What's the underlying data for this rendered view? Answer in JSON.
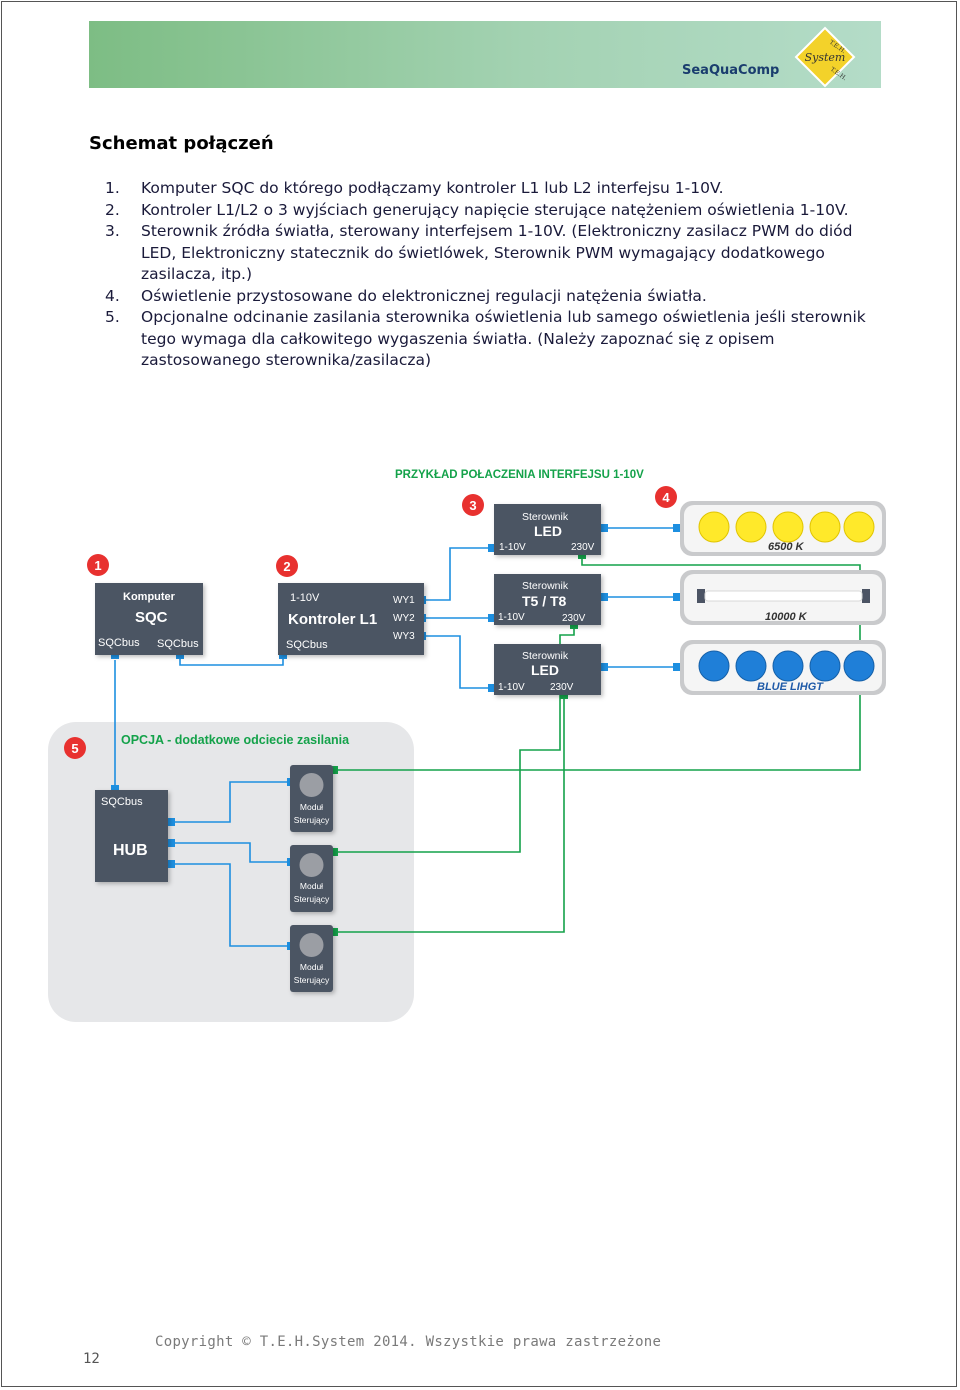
{
  "header": {
    "brand": "SeaQuaComp",
    "logo": {
      "line1": "T.E.H.",
      "line2": "System",
      "line3": "T.E.H."
    }
  },
  "section_title": "Schemat połączeń",
  "list": [
    {
      "num": "1.",
      "text": "Komputer SQC do którego podłączamy kontroler L1 lub L2 interfejsu 1-10V."
    },
    {
      "num": "2.",
      "text": "Kontroler L1/L2 o 3 wyjściach generujący napięcie sterujące natężeniem oświetlenia 1-10V."
    },
    {
      "num": "3.",
      "text": "Sterownik źródła światła, sterowany interfejsem 1-10V. (Elektroniczny zasilacz PWM do diód LED, Elektroniczny statecznik do świetlówek, Sterownik PWM wymagający dodatkowego zasilacza, itp.)"
    },
    {
      "num": "4.",
      "text": "Oświetlenie przystosowane do elektronicznej regulacji natężenia światła."
    },
    {
      "num": "5.",
      "text": "Opcjonalne odcinanie zasilania sterownika oświetlenia lub samego oświetlenia jeśli sterownik tego wymaga dla całkowitego wygaszenia światła. (Należy zapoznać się z opisem zastosowanego sterownika/zasilacza)"
    }
  ],
  "diagram": {
    "title": "PRZYKŁAD POŁACZENIA INTERFEJSU 1-10V",
    "badges": {
      "b1": "1",
      "b2": "2",
      "b3": "3",
      "b4": "4",
      "b5": "5"
    },
    "computer": {
      "line1": "Komputer",
      "line2": "SQC",
      "port1": "SQCbus",
      "port2": "SQCbus"
    },
    "controller": {
      "top": "1-10V",
      "name": "Kontroler L1",
      "bus": "SQCbus",
      "out1": "WY1",
      "out2": "WY2",
      "out3": "WY3"
    },
    "drivers": [
      {
        "line1": "Sterownik",
        "line2": "LED",
        "in": "1-10V",
        "power": "230V"
      },
      {
        "line1": "Sterownik",
        "line2": "T5 / T8",
        "in": "1-10V",
        "power": "230V"
      },
      {
        "line1": "Sterownik",
        "line2": "LED",
        "in": "1-10V",
        "power": "230V"
      }
    ],
    "lamps": [
      {
        "label": "6500 K",
        "color": "#ffe92a"
      },
      {
        "label": "10000 K",
        "color": "#ffffff"
      },
      {
        "label": "BLUE  LIHGT",
        "color": "#1f7fd8"
      }
    ],
    "option_title": "OPCJA - dodatkowe odciecie zasilania",
    "hub": {
      "port": "SQCbus",
      "name": "HUB"
    },
    "modules": [
      {
        "line1": "Moduł",
        "line2": "Sterujący"
      },
      {
        "line1": "Moduł",
        "line2": "Sterujący"
      },
      {
        "line1": "Moduł",
        "line2": "Sterujący"
      }
    ],
    "colors": {
      "box": "#4c5464",
      "wire_blue": "#1d8fe0",
      "wire_green": "#14a24a",
      "badge": "#e8312f",
      "title": "#14a24a"
    }
  },
  "footer": "Copyright © T.E.H.System 2014. Wszystkie prawa zastrzeżone",
  "page_number": "12"
}
